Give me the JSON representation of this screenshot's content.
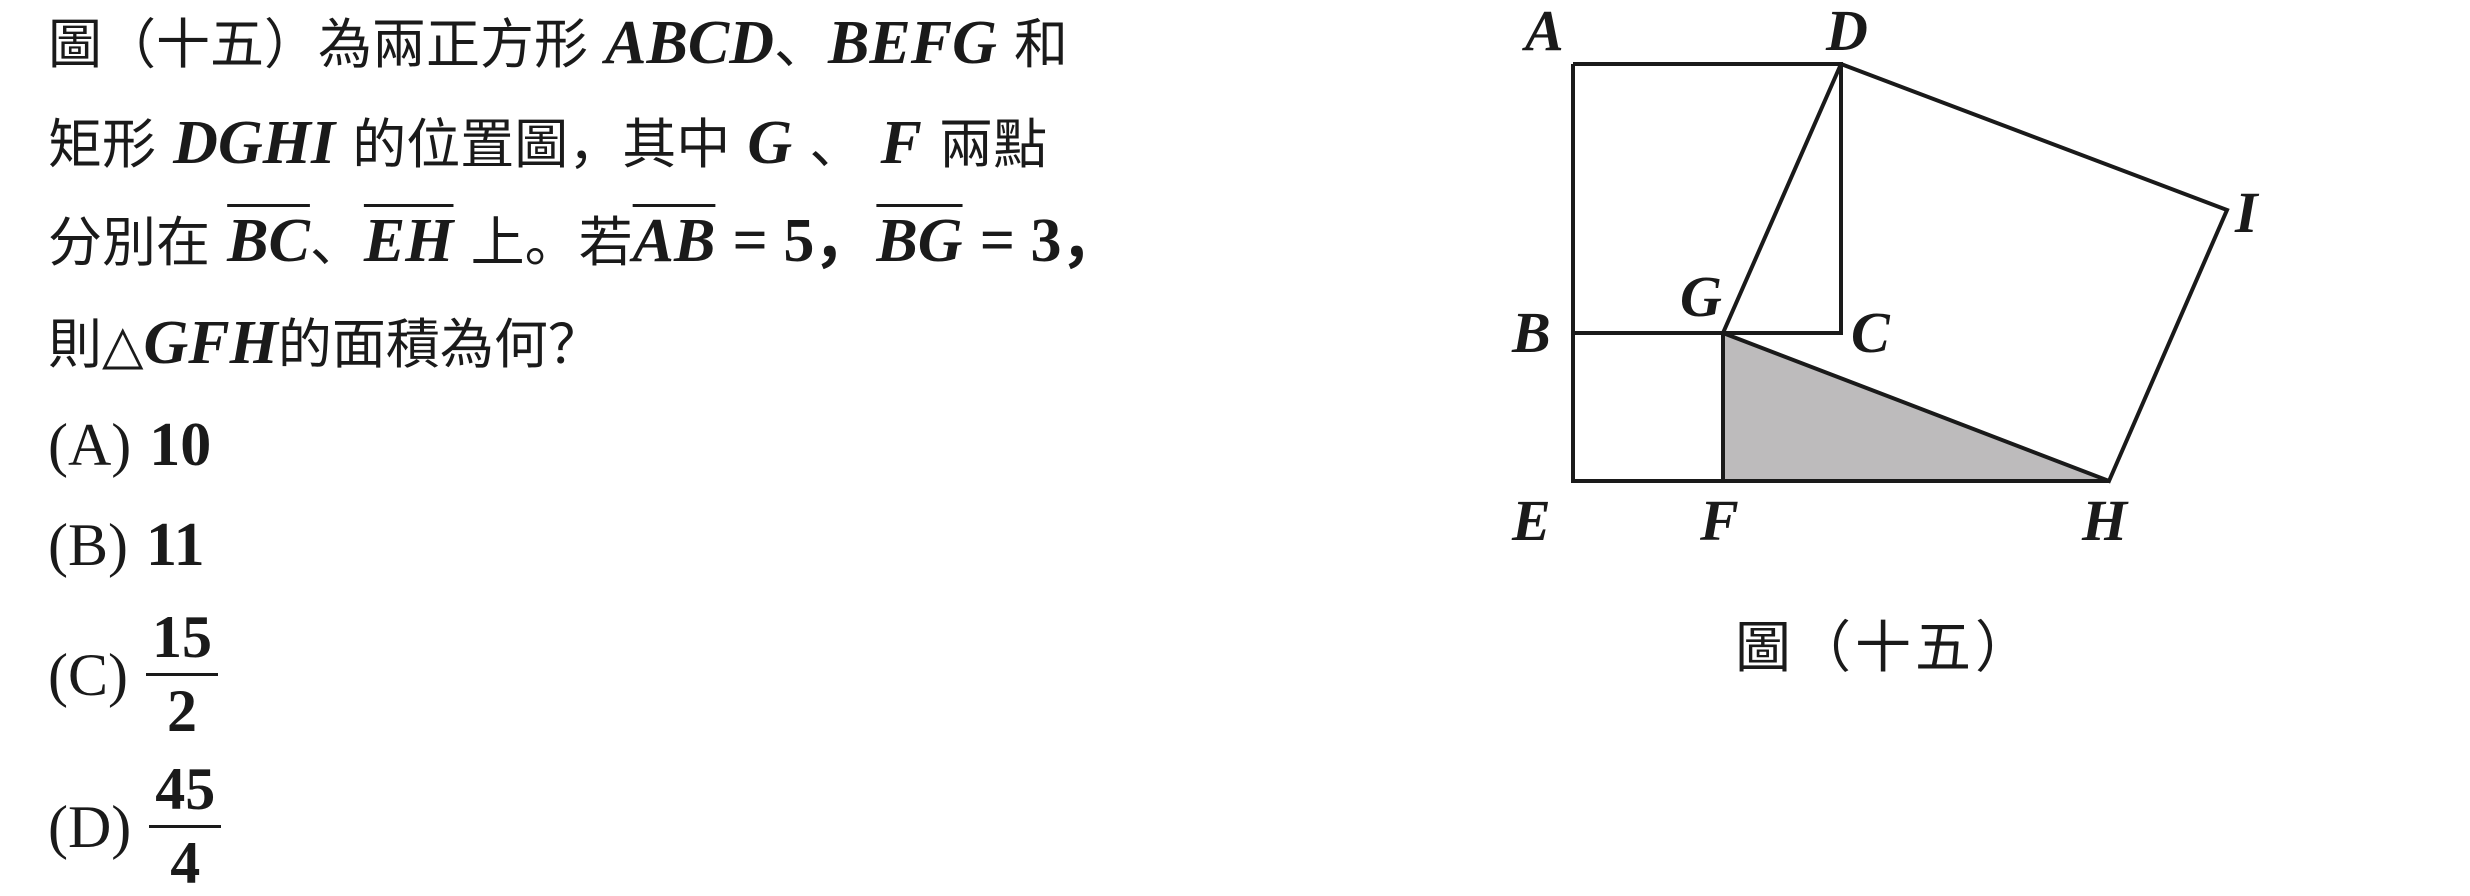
{
  "question": {
    "line1": {
      "pre": "圖（十五）為兩正方形",
      "sq1": "ABCD",
      "sep": "、",
      "sq2": "BEFG",
      "post": "和"
    },
    "line2": {
      "pre": "矩形",
      "rect": "DGHI",
      "mid": "的位置圖，其中",
      "p1": "G",
      "sep": "、",
      "p2": "F",
      "post": "兩點"
    },
    "line3": {
      "pre": "分別在",
      "seg1": "BC",
      "sep": "、",
      "seg2": "EH",
      "mid": "上。若",
      "seg3": "AB",
      "eq1": "= 5，",
      "seg4": "BG",
      "eq2": "= 3，"
    },
    "line4": {
      "pre": "則△",
      "tri": "GFH",
      "post": "的面積為何？"
    }
  },
  "options": [
    {
      "label": "(A)",
      "value": "10"
    },
    {
      "label": "(B)",
      "value": "11"
    },
    {
      "label": "(C)",
      "numerator": "15",
      "denominator": "2"
    },
    {
      "label": "(D)",
      "numerator": "45",
      "denominator": "4"
    }
  ],
  "figure": {
    "caption": "圖（十五）",
    "points": {
      "A": "A",
      "B": "B",
      "C": "C",
      "D": "D",
      "E": "E",
      "F": "F",
      "G": "G",
      "H": "H",
      "I": "I"
    },
    "shade_color": "#bdbbbc",
    "stroke_color": "#1a1a1a"
  }
}
